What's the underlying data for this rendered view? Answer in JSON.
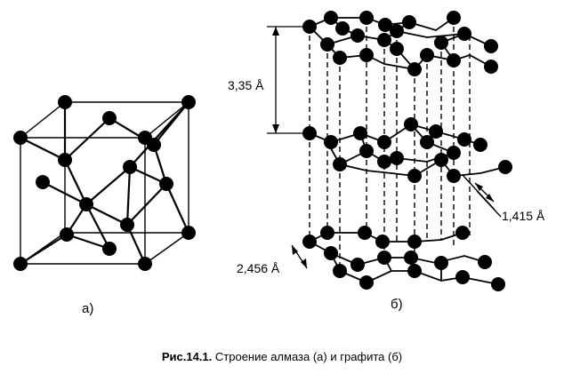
{
  "labels": {
    "a": "а)",
    "b": "б)",
    "interlayer_distance": "3,35 Å",
    "bond_length": "1,415 Å",
    "lattice_period": "2,456 Å"
  },
  "caption": {
    "prefix": "Рис.14.1.",
    "text": "Строение алмаза (а) и графита (б)"
  }
}
